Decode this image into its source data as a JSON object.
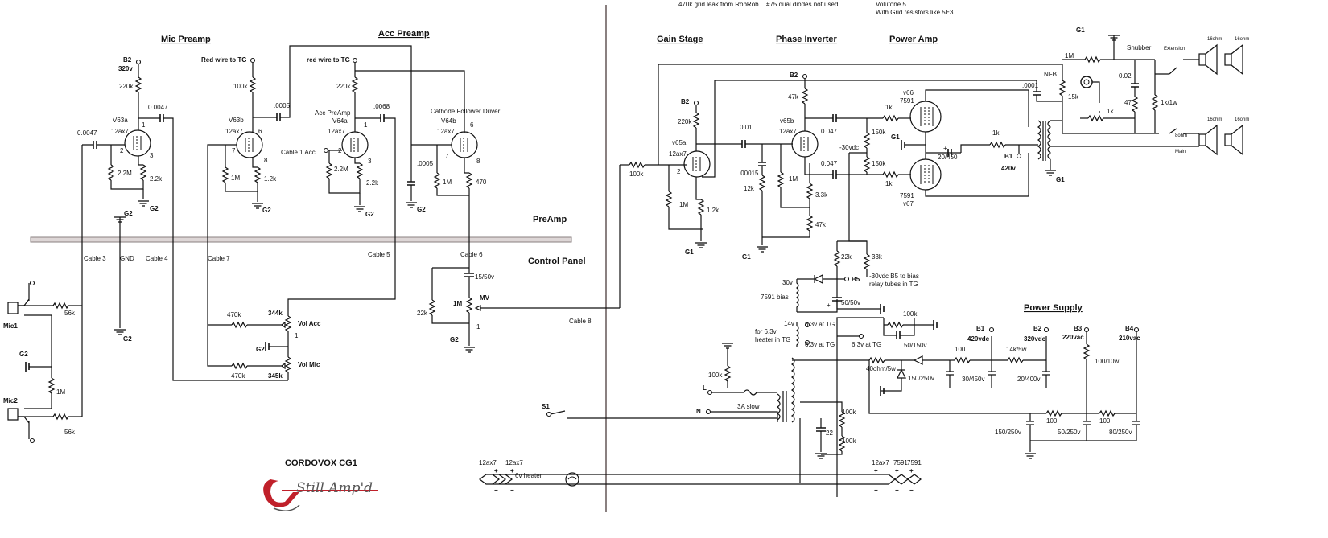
{
  "title": "CORDOVOX  CG1",
  "logo": {
    "text": "Still Amp'd",
    "color": "#c0202a"
  },
  "notes": [
    "470k grid leak from RobRob",
    "#75 dual diodes not used",
    "Volutone 5",
    "With Grid resistors like 5E3"
  ],
  "sections": {
    "mic_preamp": "Mic Preamp",
    "acc_preamp": "Acc Preamp",
    "preamp": "PreAmp",
    "control_panel": "Control Panel",
    "gain_stage": "Gain Stage",
    "phase_inverter": "Phase Inverter",
    "power_amp": "Power Amp",
    "power_supply": "Power Supply"
  },
  "cables": [
    "Cable 3",
    "GND",
    "Cable 4",
    "Cable 7",
    "Cable 5",
    "Cable 6",
    "Cable 8",
    "Cable 1 Acc"
  ],
  "tubes": {
    "v63a": {
      "name": "V63a",
      "type": "12ax7"
    },
    "v63b": {
      "name": "V63b",
      "type": "12ax7"
    },
    "v64a": {
      "name": "V64a",
      "type": "12ax7",
      "desc": "Acc PreAmp"
    },
    "v64b": {
      "name": "V64b",
      "type": "12ax7",
      "desc": "Cathode Follower Driver"
    },
    "v65a": {
      "name": "v65a",
      "type": "12ax7"
    },
    "v65b": {
      "name": "v65b",
      "type": "12ax7"
    },
    "v66": {
      "name": "v66",
      "type": "7591"
    },
    "v67": {
      "name": "v67",
      "type": "7591"
    }
  },
  "labels": {
    "b2_320v": "320v",
    "red_wire_1": "Red wire to TG",
    "red_wire_2": "red wire to TG",
    "mic1": "Mic1",
    "mic2": "Mic2",
    "vol_acc": "Vol Acc",
    "vol_mic": "Vol Mic",
    "mv": "MV",
    "bias_7591": "7591 bias",
    "minus30": "-30vdc",
    "bias_note_1": "-30vdc B5 to bias",
    "bias_note_2": "relay tubes in TG",
    "heater_note_1": "for 6.3v",
    "heater_note_2": "heater in TG",
    "v30": "30v",
    "v14": "14v",
    "v63_tg": "6.3v at TG",
    "fuse": "3A slow",
    "b1_420v": "420v",
    "b1_420vdc": "420vdc",
    "b2_320vdc": "320vdc",
    "b3_220vac": "220vac",
    "b4_210vac": "210vac",
    "nfb": "NFB",
    "snubber": "Snubber",
    "extension": "Extension",
    "main": "Main",
    "ohm16": "16ohm",
    "ohm8": "8ohm",
    "heater_6v": "6v heater",
    "heater_left_1": "12ax7",
    "heater_left_2": "12ax7",
    "heater_right_1": "12ax7",
    "heater_right_2": "7591",
    "heater_right_3": "7591"
  },
  "components": {
    "r_220k_a": "220k",
    "r_2m2_a": "2.2M",
    "r_2k2_a": "2.2k",
    "c_0047_a": "0.0047",
    "c_0047_b": "0.0047",
    "r_100k_a": "100k",
    "r_1m_a": "1M",
    "r_1k2_a": "1.2k",
    "c_0005_a": ".0005",
    "r_220k_b": "220k",
    "r_2m2_b": "2.2M",
    "r_2k2_b": "2.2k",
    "c_0068": ".0068",
    "c_0005_b": ".0005",
    "r_1m_b": "1M",
    "r_470": "470",
    "r_56k_a": "56k",
    "r_56k_b": "56k",
    "r_1m_c": "1M",
    "r_470k_a": "470k",
    "r_470k_b": "470k",
    "p_344k": "344k",
    "p_345k": "345k",
    "c_15_50": "15/50v",
    "p_1m": "1M",
    "r_22k_a": "22k",
    "r_100k_b": "100k",
    "r_220k_c": "220k",
    "r_1m_d": "1M",
    "r_1k2_b": "1.2k",
    "c_001": "0.01",
    "c_00015": ".00015",
    "r_12k": "12k",
    "r_1m_e": "1M",
    "r_47k_a": "47k",
    "r_3k3": "3.3k",
    "r_47k_b": "47k",
    "c_047_a": "0.047",
    "c_047_b": "0.047",
    "r_1k_a": "1k",
    "r_1k_b": "1k",
    "r_150k_a": "150k",
    "r_150k_b": "150k",
    "c_20_450": "20/450",
    "r_1k_c": "1k",
    "c_0001": ".0001",
    "r_15k": "15k",
    "r_1m_f": "1M",
    "r_1k_d": "1k",
    "c_002": "0.02",
    "r_47": "47",
    "r_1k_1w": "1k/1w",
    "r_22k_b": "22k",
    "r_33k": "33k",
    "c_50_50": "50/50v",
    "r_100k_c": "100k",
    "c_50_150": "50/150v",
    "r_40ohm": "40ohm/5w",
    "c_150_250_a": "150/250v",
    "r_100_a": "100",
    "c_30_450": "30/450v",
    "r_14k": "14k/5w",
    "c_20_400": "20/400v",
    "r_100_10w": "100/10w",
    "r_100k_d": "100k",
    "r_100k_e": "100k",
    "r_100k_f": "100k",
    "c_22": "22",
    "c_150_250_b": "150/250v",
    "r_100_b": "100",
    "c_50_250": "50/250v",
    "r_100_c": "100",
    "c_80_250": "80/250v"
  },
  "nodes": {
    "b1": "B1",
    "b2": "B2",
    "b3": "B3",
    "b4": "B4",
    "b5": "B5",
    "g1": "G1",
    "g2": "G2",
    "l": "L",
    "n": "N",
    "s1": "S1"
  },
  "pins": [
    "1",
    "2",
    "3",
    "6",
    "7",
    "8"
  ]
}
